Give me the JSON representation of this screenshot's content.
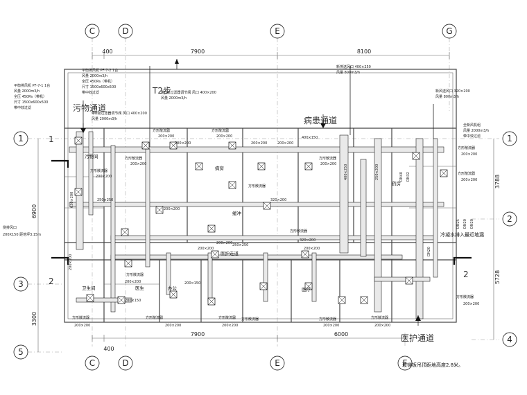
{
  "axes": {
    "top": [
      "C",
      "D",
      "E",
      "G"
    ],
    "bottom": [
      "C",
      "D",
      "E",
      "F"
    ],
    "left": [
      "1",
      "3",
      "5"
    ],
    "right": [
      "1",
      "2",
      "4"
    ],
    "inner_left": [
      "1",
      "2"
    ],
    "inner_right": [
      "2"
    ]
  },
  "dimensions": {
    "top_400": "400",
    "top_7900": "7900",
    "top_8100": "8100",
    "bottom_7900": "7900",
    "bottom_6000": "6000",
    "bottom_400": "400",
    "left_6900": "6900",
    "left_3300": "3300",
    "right_3788": "3788",
    "right_5728": "5728"
  },
  "areas": {
    "dirty_corridor": "污物通道",
    "patient_corridor": "病患通道",
    "medical_corridor": "医护通道",
    "stair": "T2步",
    "dirty_room": "污物间",
    "ward": "病房",
    "buffer": "缓冲",
    "doctor_room": "医生",
    "office": "办公",
    "pharmacy": "药房",
    "medical_room": "医疗",
    "nurse_station": "医护走道",
    "toilet": "卫生间"
  },
  "notes": {
    "condensate": "冷凝水排入最近地漏",
    "ceiling_height": "玻镁板吊顶距地高度2.8米。",
    "exhaust_outlet": "侧排风口",
    "exhaust_size": "200X150 距地坪3.15m"
  },
  "equipment": {
    "fan1_title": "平衡排风机 PF-7-2 1台",
    "fan1_flow": "风量 2000m3/h",
    "fan1_pressure": "全压 450Pa（带机）",
    "fan1_size": "尺寸 1500x600x500",
    "fan1_note": "带中效过滤",
    "fan2_title": "平衡排风机 PF-7-1 1台",
    "fan2_flow": "风量 2000m3/h",
    "fan2_pressure": "全压 450Pa（带机）",
    "fan2_size": "尺寸 1500x600x500",
    "fan2_note": "带中效过滤",
    "valve_note1": "带B级过滤器调节阀 风口 400×200",
    "valve_note1_flow": "风量 2000m3/h",
    "valve_note2": "带B级过滤器调节阀 风口 400×200",
    "valve_note2_flow": "风量 2000m3/h",
    "supply_note": "新排送风口 400×250",
    "supply_flow": "风量 800m3/h",
    "new_air_note": "新风送风口 320×200",
    "new_air_flow": "风量 800m3/h",
    "right_fan_title": "全新风机组",
    "right_fan_flow": "风量 2000m3/h",
    "right_fan_note": "带中效过滤"
  },
  "diffuser_label": "方形散流器",
  "diffuser_sizes": {
    "s200": "200×200",
    "s250": "250×250",
    "s150": "200×150",
    "s320": "320×200"
  },
  "ducts": {
    "d1": "200×200",
    "d2": "630×200",
    "d3": "250×250",
    "d4": "400×150",
    "d5": "400×250",
    "d6": "320×200",
    "d7": "200×150",
    "d8": "250×200",
    "dn25": "DN25",
    "dn20": "DN20",
    "dn32": "DN32",
    "dn40": "DN40"
  }
}
